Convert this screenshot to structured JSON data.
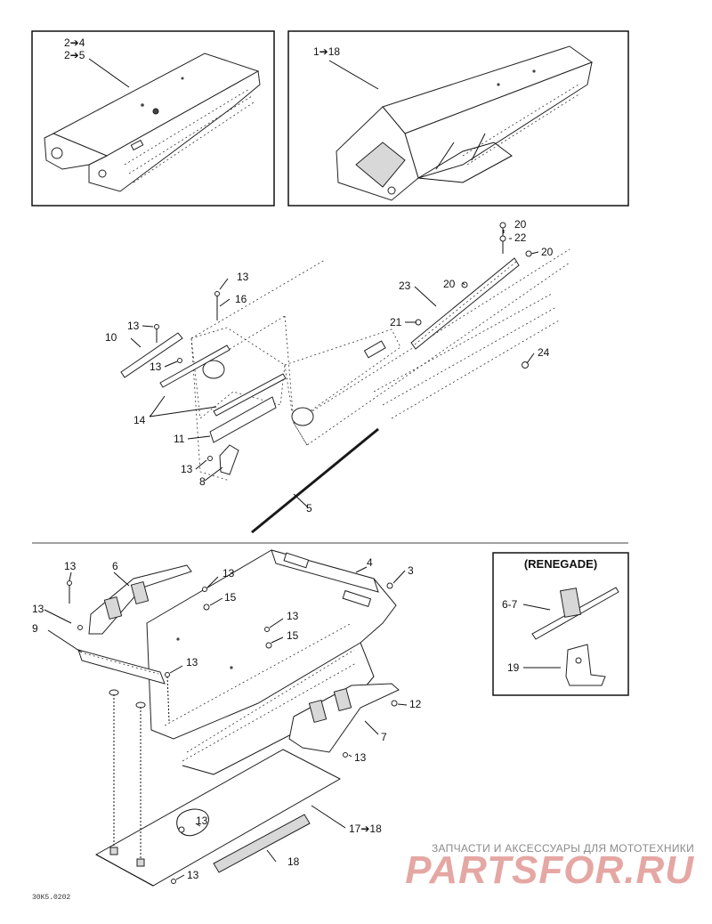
{
  "callouts": {
    "top_left_a": "2➔4",
    "top_left_b": "2➔5",
    "top_right": "1➔18",
    "mid": [
      "20",
      "22",
      "20",
      "20",
      "23",
      "21",
      "24",
      "13",
      "16",
      "13",
      "10",
      "13",
      "14",
      "11",
      "13",
      "8",
      "5"
    ],
    "bottom": [
      "13",
      "6",
      "13",
      "15",
      "4",
      "3",
      "13",
      "9",
      "13",
      "15",
      "13",
      "12",
      "7",
      "13",
      "17➔18",
      "13",
      "18",
      "13"
    ]
  },
  "renegade": {
    "title": "(RENEGADE)",
    "label_a": "6-7",
    "label_b": "19"
  },
  "watermark": {
    "tagline": "ЗАПЧАСТИ И АКСЕССУАРЫ ДЛЯ МОТОТЕХНИКИ",
    "brand": "PARTSFOR.RU"
  },
  "drawing_ref": "30K5.0202"
}
